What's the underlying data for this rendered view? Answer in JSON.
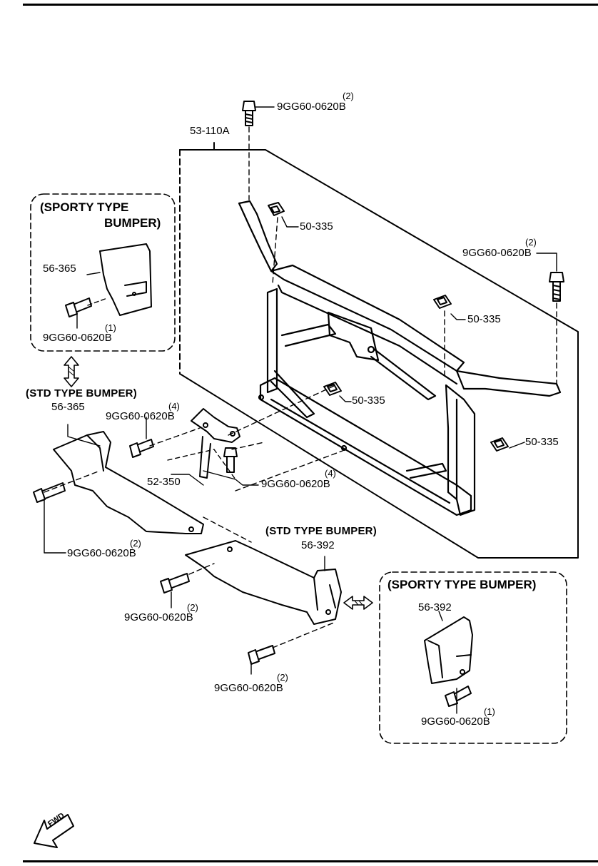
{
  "labels": {
    "frame": "53-110A",
    "bolt_top": "9GG60-0620B",
    "bolt_top_qty": "(2)",
    "bolt_right": "9GG60-0620B",
    "bolt_right_qty": "(2)",
    "clip_top": "50-335",
    "clip_mid": "50-335",
    "clip_center": "50-335",
    "clip_right": "50-335",
    "bracket": "52-350",
    "bolt_bracket_upper": "9GG60-0620B",
    "bolt_bracket_upper_qty": "(4)",
    "bolt_bracket_lower": "9GG60-0620B",
    "bolt_bracket_lower_qty": "(4)",
    "deflector_left_std": "56-365",
    "bolt_left_std": "9GG60-0620B",
    "bolt_left_std_qty": "(2)",
    "deflector_right_std": "56-392",
    "bolt_right_std_a": "9GG60-0620B",
    "bolt_right_std_a_qty": "(2)",
    "bolt_right_std_b": "9GG60-0620B",
    "bolt_right_std_b_qty": "(2)"
  },
  "sporty_left": {
    "title_line1": "(SPORTY TYPE",
    "title_line2": "BUMPER)",
    "part": "56-365",
    "bolt": "9GG60-0620B",
    "bolt_qty": "(1)"
  },
  "sporty_right": {
    "title": "(SPORTY TYPE BUMPER)",
    "part": "56-392",
    "bolt": "9GG60-0620B",
    "bolt_qty": "(1)"
  },
  "std_left_header": "(STD TYPE BUMPER)",
  "std_right_header": "(STD TYPE BUMPER)",
  "fwd": "FWD"
}
